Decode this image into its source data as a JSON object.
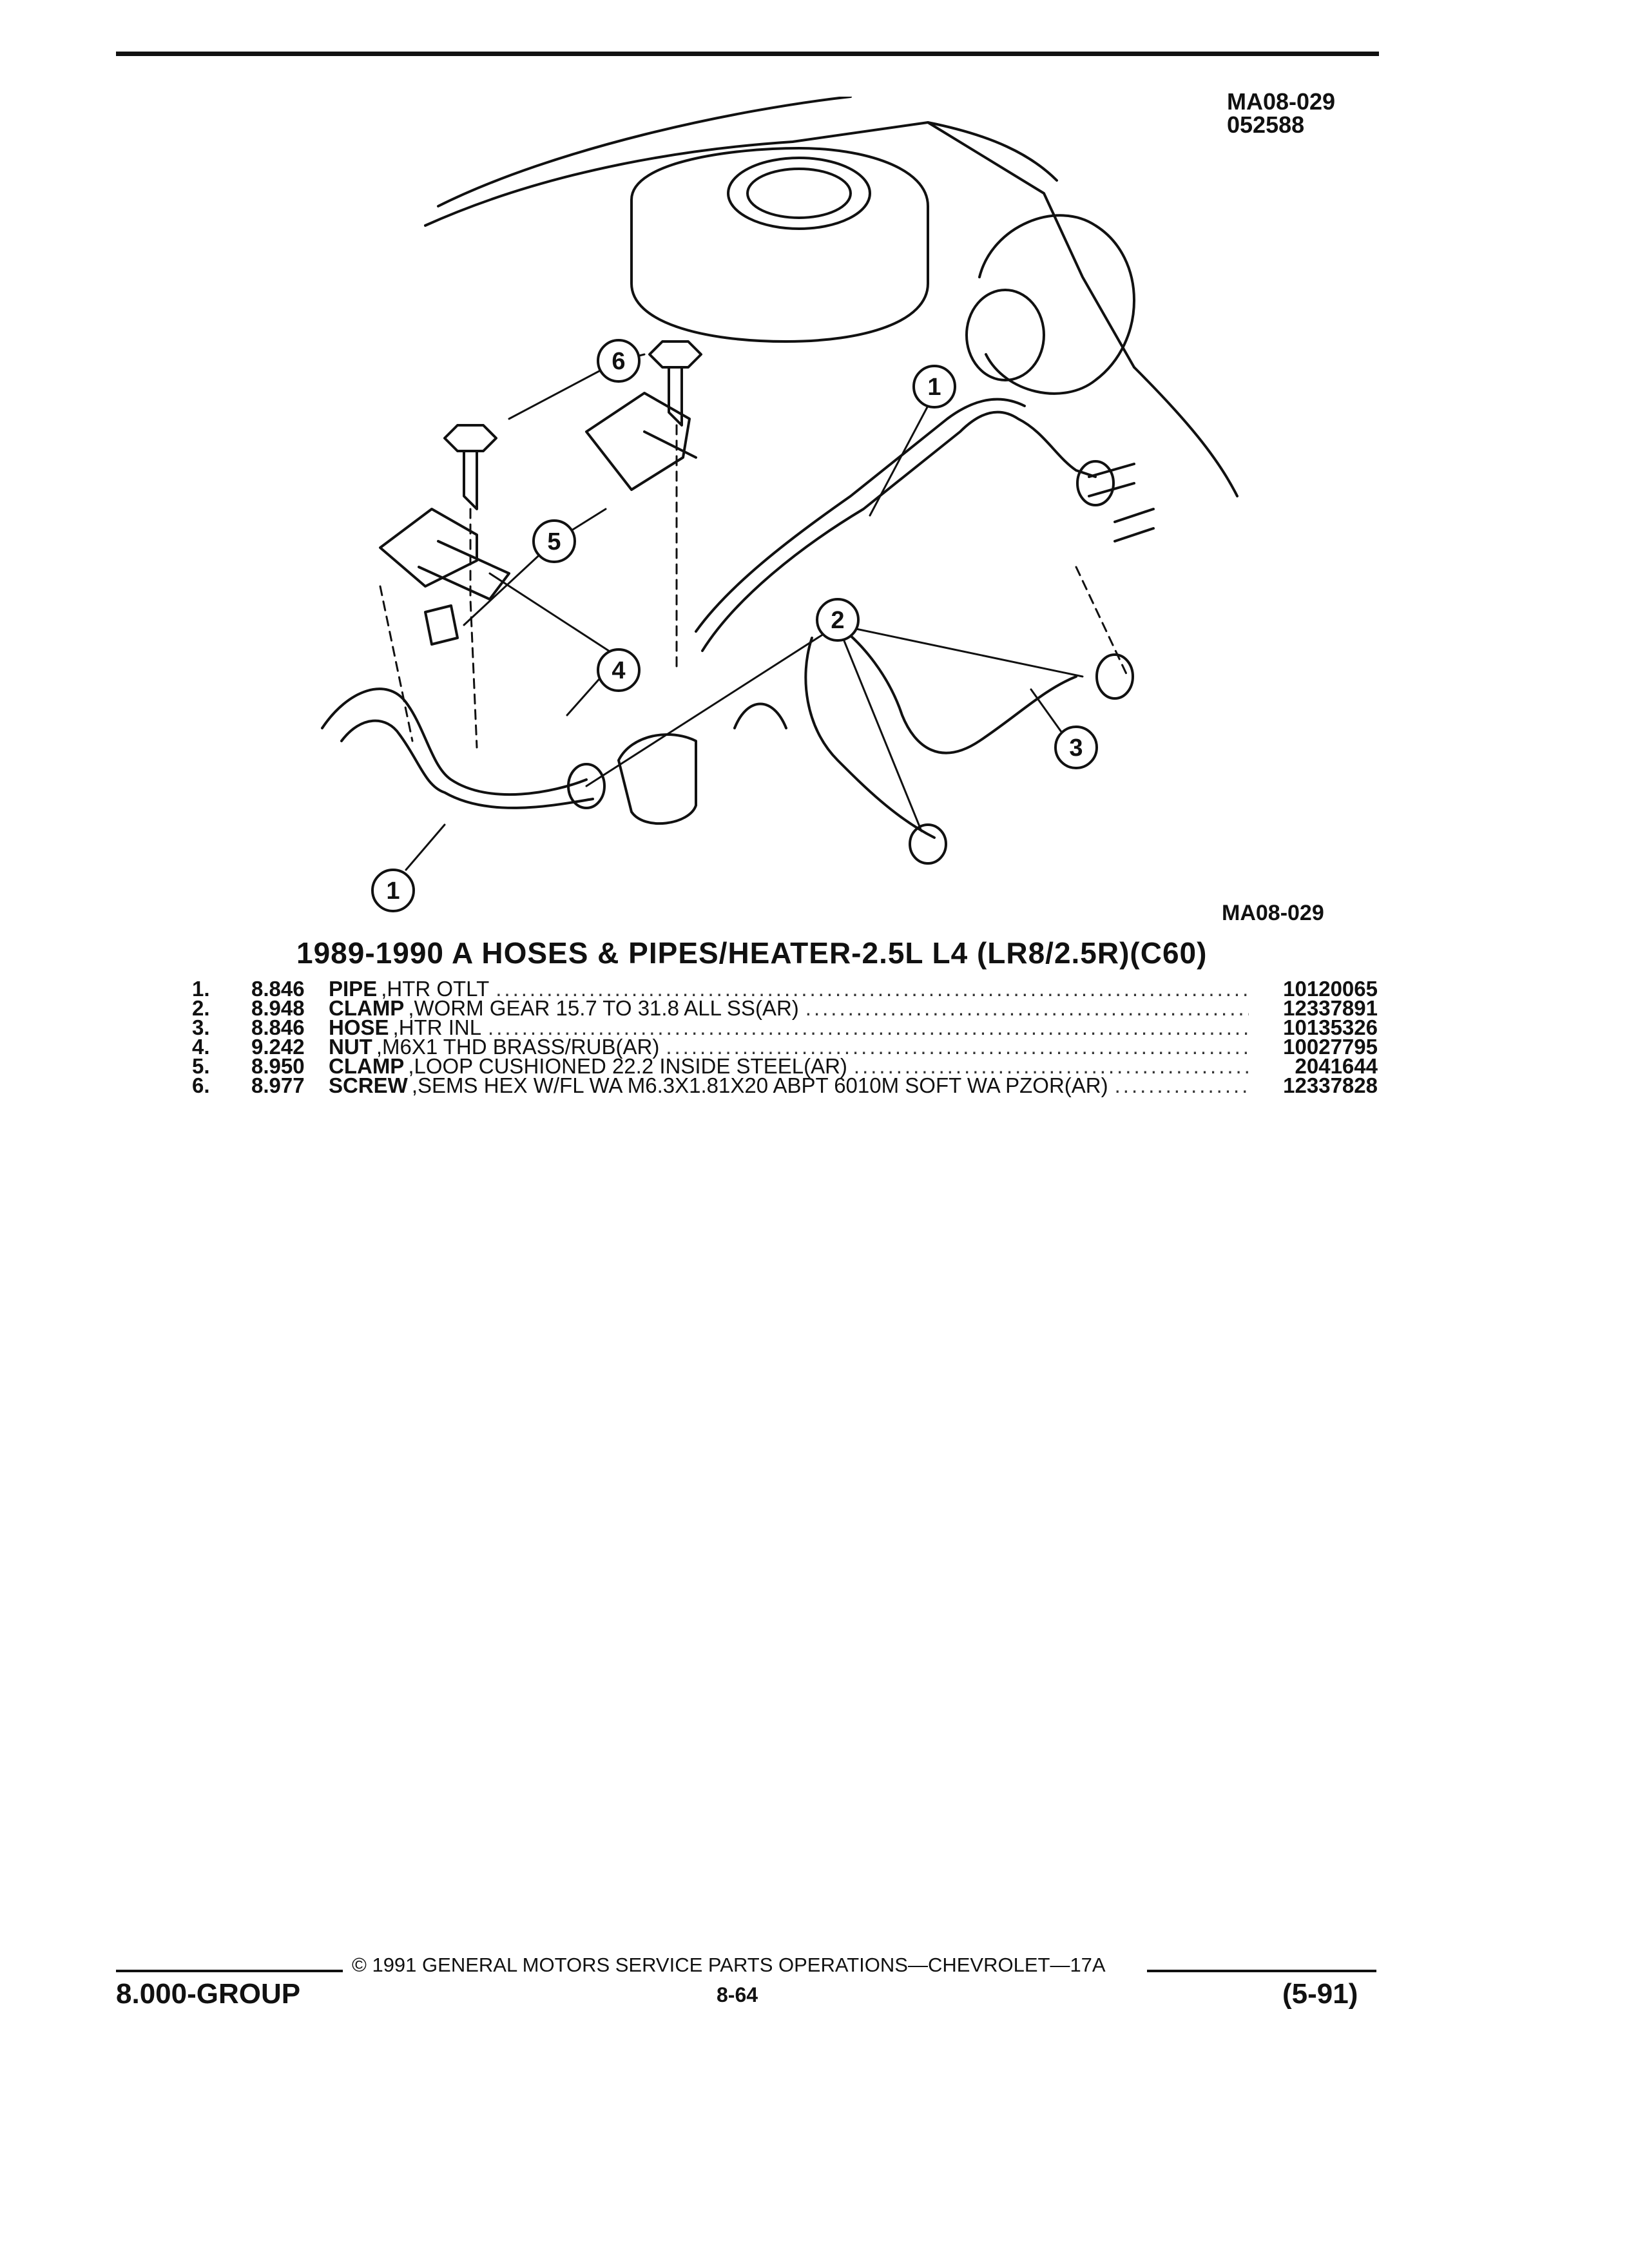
{
  "header": {
    "code": "MA08-029",
    "date_code": "052588"
  },
  "diagram": {
    "figure_ref": "MA08-029",
    "callouts": [
      "1",
      "2",
      "3",
      "4",
      "5",
      "6",
      "1"
    ]
  },
  "title": "1989-1990 A HOSES & PIPES/HEATER-2.5L L4 (LR8/2.5R)(C60)",
  "parts": [
    {
      "num": "1.",
      "group": "8.846",
      "name": "PIPE",
      "desc": ",HTR OTLT",
      "part_no": "10120065"
    },
    {
      "num": "2.",
      "group": "8.948",
      "name": "CLAMP",
      "desc": ",WORM GEAR 15.7 TO 31.8 ALL SS(AR)",
      "part_no": "12337891"
    },
    {
      "num": "3.",
      "group": "8.846",
      "name": "HOSE",
      "desc": ",HTR INL",
      "part_no": "10135326"
    },
    {
      "num": "4.",
      "group": "9.242",
      "name": "NUT",
      "desc": ",M6X1 THD BRASS/RUB(AR)",
      "part_no": "10027795"
    },
    {
      "num": "5.",
      "group": "8.950",
      "name": "CLAMP",
      "desc": ",LOOP CUSHIONED 22.2 INSIDE STEEL(AR)",
      "part_no": "2041644"
    },
    {
      "num": "6.",
      "group": "8.977",
      "name": "SCREW",
      "desc": ",SEMS HEX W/FL WA M6.3X1.81X20 ABPT 6010M SOFT WA PZOR(AR)",
      "part_no": "12337828"
    }
  ],
  "footer": {
    "copyright": "© 1991 GENERAL MOTORS SERVICE PARTS OPERATIONS—CHEVROLET—17A",
    "group": "8.000-GROUP",
    "page": "8-64",
    "revision": "(5-91)"
  }
}
